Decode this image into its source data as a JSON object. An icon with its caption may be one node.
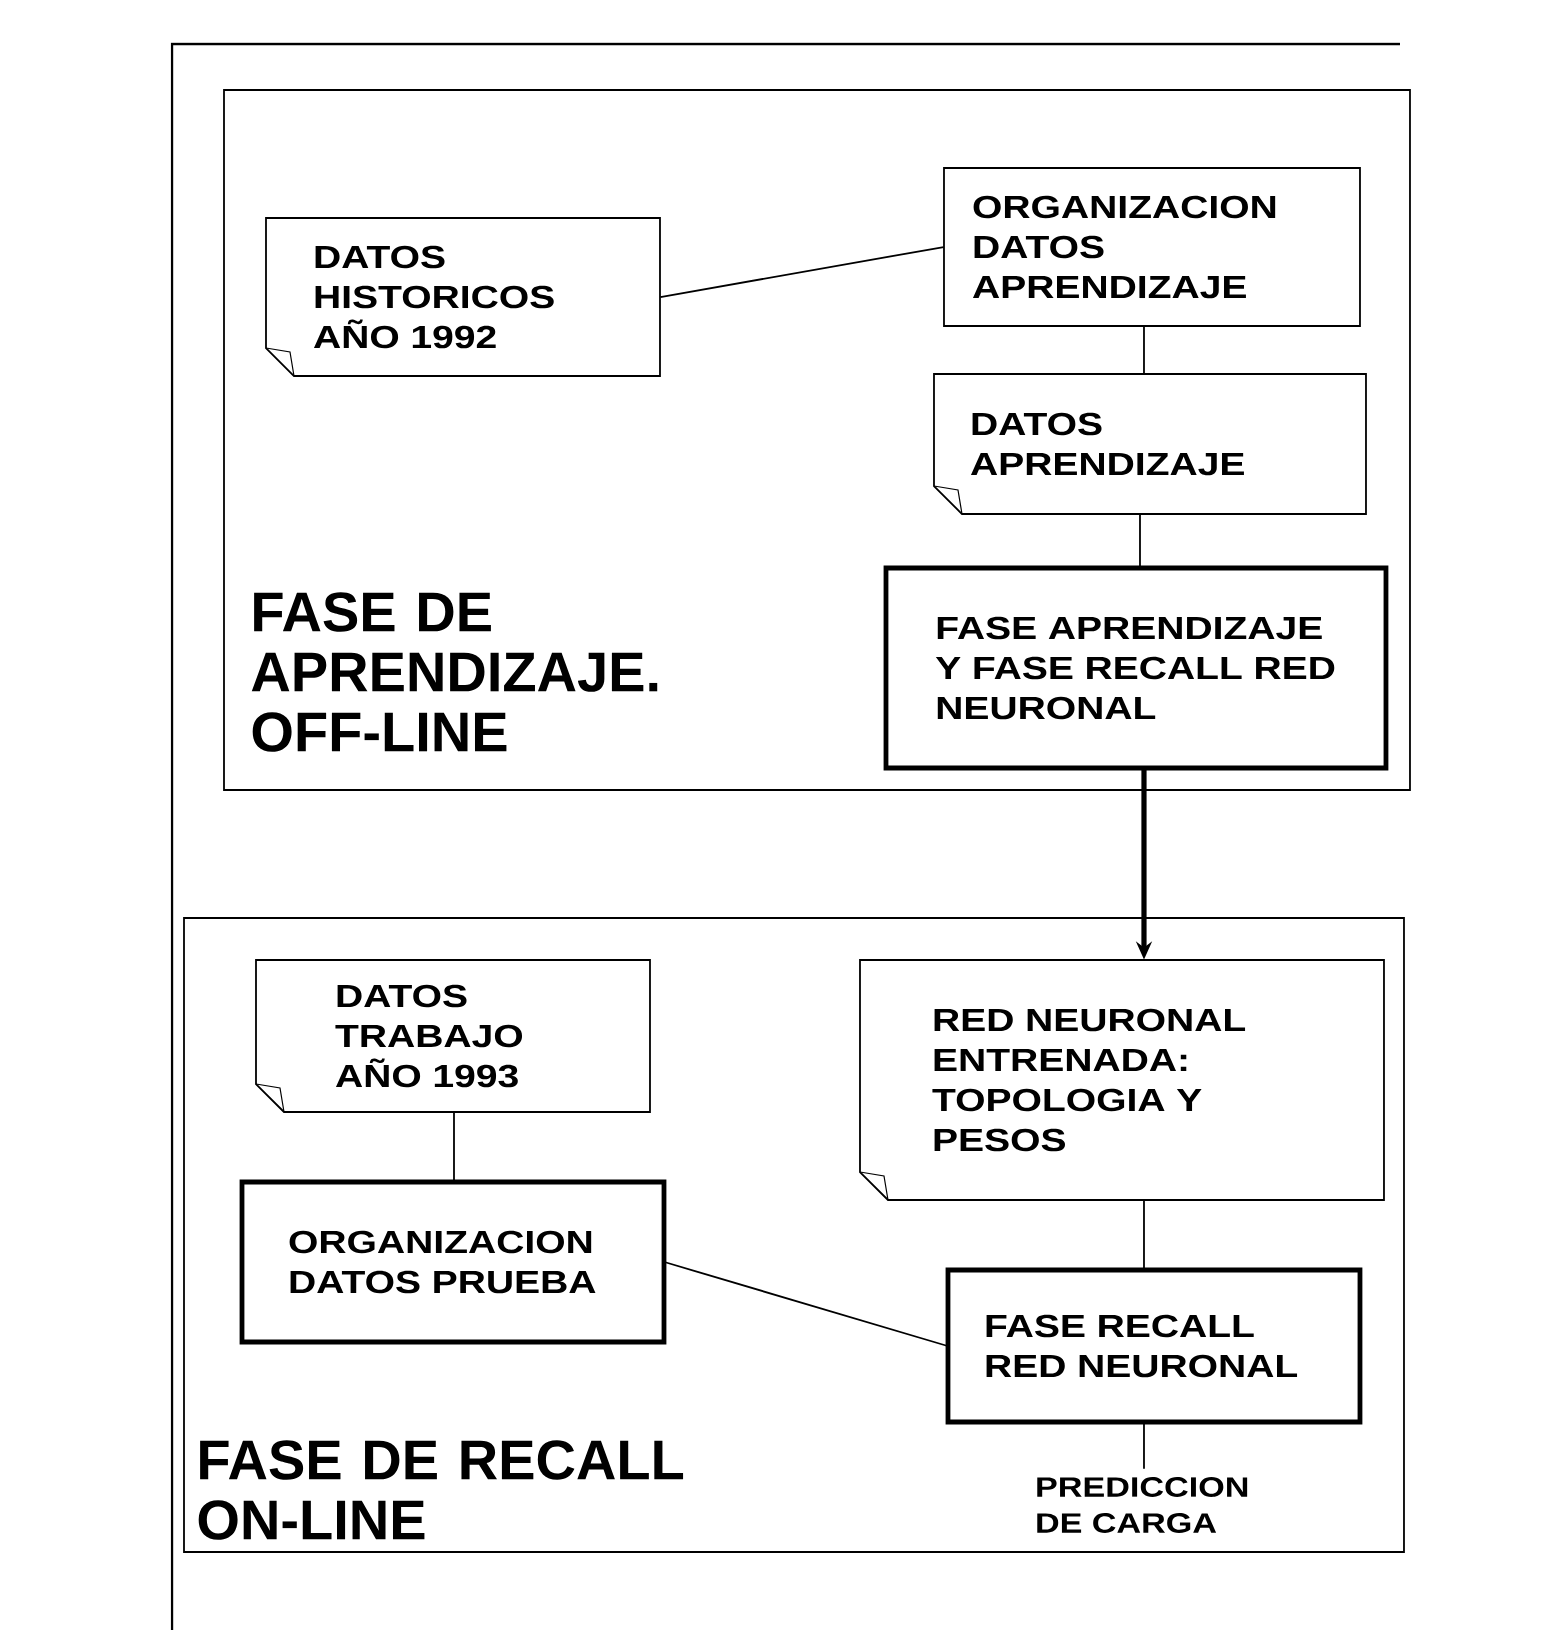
{
  "diagram": {
    "nodes": [
      {
        "text": [
          "FASE DE APRENDIZAJE. OFF-LINE"
        ]
      },
      {
        "text": [
          "DATOS HISTORICOS AÑO 1992"
        ],
        "in": 0
      },
      {
        "text": [
          "ORGANIZACION DATOS APRENDIZAJE"
        ],
        "in": 0
      },
      {
        "text": [
          "DATOS APRENDIZAJE"
        ],
        "in": 0
      },
      {
        "text": [
          "FASE APRENDIZAJE Y FASE RECALL RED NEURONAL"
        ],
        "in": 0
      },
      {
        "text": [
          "FASE DE RECALL ON-LINE"
        ]
      },
      {
        "text": [
          "DATOS TRABAJO AÑO 1993"
        ],
        "in": 5
      },
      {
        "text": [
          "RED NEURONAL ENTRENADA: TOPOLOGIA Y PESOS"
        ],
        "in": 5
      },
      {
        "text": [
          "ORGANIZACION DATOS PRUEBA"
        ],
        "in": 5
      },
      {
        "text": [
          "FASE RECALL RED NEURONAL"
        ],
        "in": 5
      },
      {
        "text": [
          "PREDICCION DE CARGA"
        ],
        "in": 5
      }
    ],
    "edges": [
      {
        "from": 1,
        "to": 2,
        "arrow": "none"
      },
      {
        "from": 2,
        "to": 3,
        "arrow": "none"
      },
      {
        "from": 3,
        "to": 4,
        "arrow": "none"
      },
      {
        "from": 4,
        "to": 7,
        "arrow": "to",
        "style": "thick"
      },
      {
        "from": 6,
        "to": 8,
        "arrow": "none"
      },
      {
        "from": 8,
        "to": 9,
        "arrow": "none"
      },
      {
        "from": 7,
        "to": 9,
        "arrow": "none"
      },
      {
        "from": 9,
        "to": 10,
        "arrow": "none"
      }
    ]
  }
}
